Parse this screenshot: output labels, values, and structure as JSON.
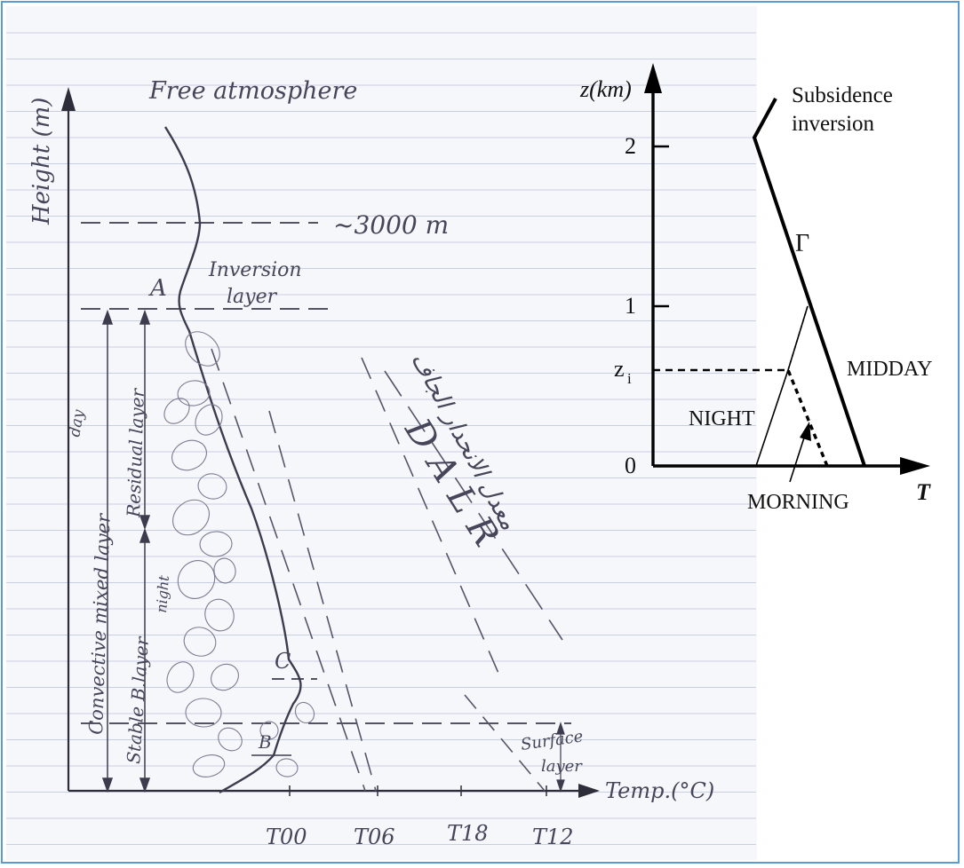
{
  "sketch": {
    "title": "Free atmosphere",
    "y_axis_label": "Height (m)",
    "x_axis_label": "Temp.(°C)",
    "level_label": "~3000 m",
    "inversion_label_1": "Inversion",
    "inversion_label_2": "layer",
    "point_a": "A",
    "point_b": "B",
    "point_c": "C",
    "mixed_layer_label": "Convective mixed layer",
    "mixed_layer_sub": "day",
    "residual_label": "Residual layer",
    "stable_label": "Stable B.layer",
    "stable_sub": "night",
    "surface_label_1": "Surface",
    "surface_label_2": "layer",
    "dalr_label": "DALR",
    "dalr_arabic": "معدل الانحدار الجاف",
    "temps": [
      "T00",
      "T06",
      "T18",
      "T12"
    ]
  },
  "profile": {
    "y_axis_label": "z(km)",
    "x_axis_label": "T",
    "y_ticks": [
      "0",
      "z",
      "1",
      "2"
    ],
    "zi_subscript": "i",
    "subsidence_1": "Subsidence",
    "subsidence_2": "inversion",
    "gamma": "Γ",
    "midday": "MIDDAY",
    "night": "NIGHT",
    "morning": "MORNING"
  },
  "colors": {
    "frame": "#5b9bd5",
    "pencil": "#46465a",
    "ink": "#111111"
  }
}
